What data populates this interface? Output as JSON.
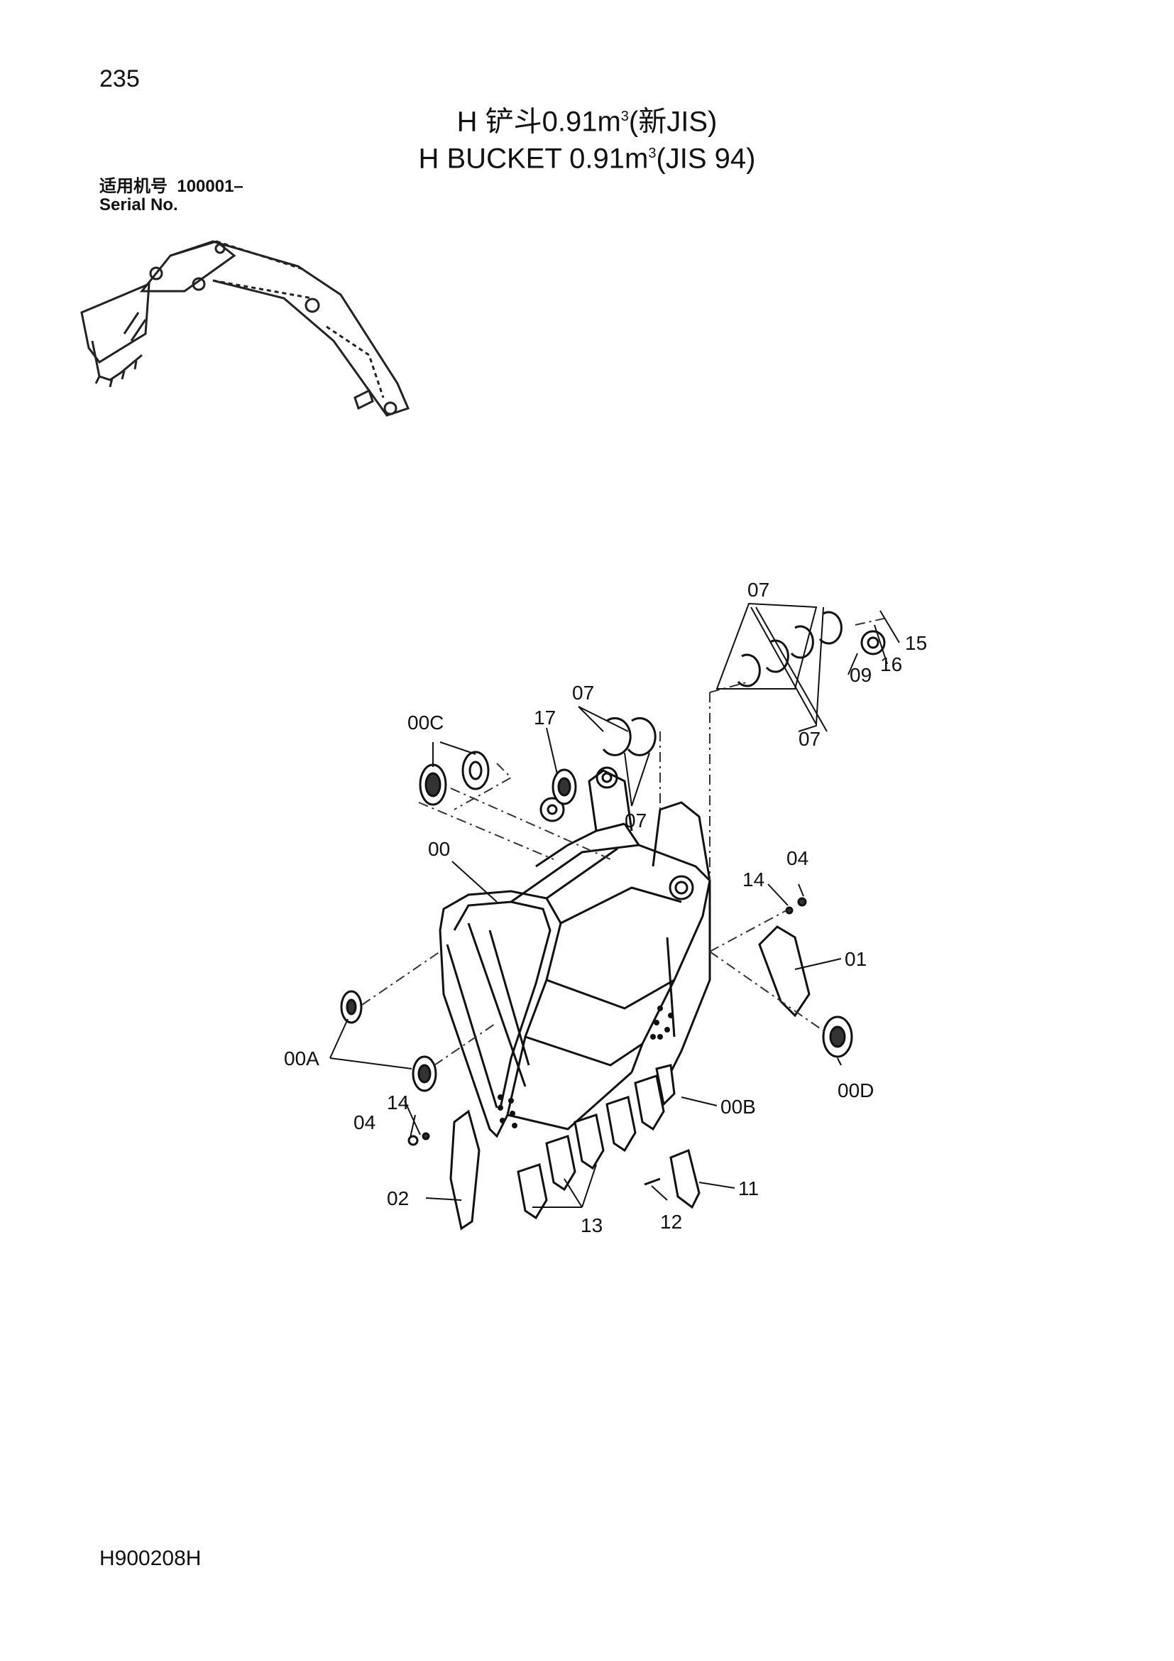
{
  "page": {
    "number": "235",
    "code": "H900208H"
  },
  "title": {
    "cn_prefix": "H 铲斗0.91m",
    "cn_suffix": "(新JIS)",
    "en_prefix": "H BUCKET 0.91m",
    "en_suffix": "(JIS 94)",
    "superscript": "3"
  },
  "serial": {
    "cn": "适用机号",
    "range": "100001–",
    "en": "Serial No."
  },
  "callouts": {
    "p00": "00",
    "p00A": "00A",
    "p00B": "00B",
    "p00C": "00C",
    "p00D": "00D",
    "p01": "01",
    "p02": "02",
    "p04": "04",
    "p07": "07",
    "p09": "09",
    "p11": "11",
    "p12": "12",
    "p13": "13",
    "p14": "14",
    "p15": "15",
    "p16": "16",
    "p17": "17"
  }
}
